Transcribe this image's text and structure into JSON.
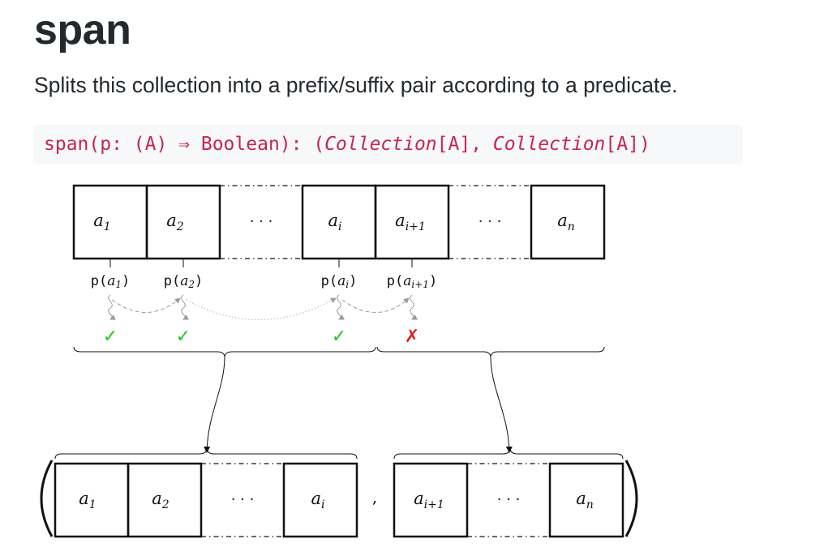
{
  "page": {
    "title": "span",
    "description": "Splits this collection into a prefix/suffix pair according to a predicate.",
    "signature": {
      "prefix": "span(p: (A) ⇒ Boolean): (",
      "type1": "Collection",
      "mid": "[A], ",
      "type2": "Collection",
      "suffix": "[A])"
    }
  },
  "diagram": {
    "predicate_name": "p",
    "elements": [
      {
        "base": "a",
        "sub": "1"
      },
      {
        "base": "a",
        "sub": "2"
      },
      {
        "base": "a",
        "sub": "i"
      },
      {
        "base": "a",
        "sub": "i+1"
      },
      {
        "base": "a",
        "sub": "n"
      }
    ],
    "ellipsis": "· · ·",
    "results": [
      {
        "element": "a1",
        "mark": "✓",
        "color": "#22c322"
      },
      {
        "element": "a2",
        "mark": "✓",
        "color": "#22c322"
      },
      {
        "element": "ai",
        "mark": "✓",
        "color": "#22c322"
      },
      {
        "element": "ai+1",
        "mark": "✗",
        "color": "#e02020"
      }
    ],
    "tuple_separator": ","
  }
}
